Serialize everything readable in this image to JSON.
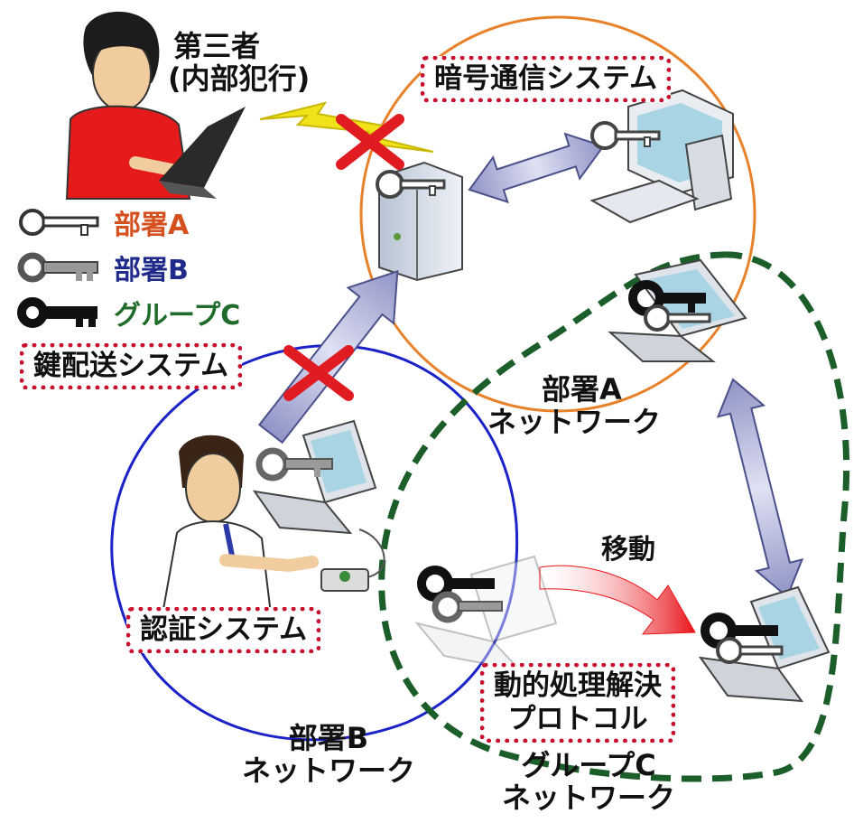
{
  "third_party": {
    "line1": "第三者",
    "line2": "(内部犯行)"
  },
  "systems": {
    "crypto": "暗号通信システム",
    "key_delivery": "鍵配送システム",
    "auth": "認証システム",
    "protocol_line1": "動的処理解決",
    "protocol_line2": "プロトコル"
  },
  "legend": [
    {
      "key_icon": "white-key-icon",
      "label": "部署A",
      "color": "#d4501e"
    },
    {
      "key_icon": "gray-key-icon",
      "label": "部署B",
      "color": "#1f2a8a"
    },
    {
      "key_icon": "black-key-icon",
      "label": "グループC",
      "color": "#1e6b2a"
    }
  ],
  "networks": {
    "a": {
      "line1": "部署A",
      "line2": "ネットワーク",
      "color": "#e8822a"
    },
    "b": {
      "line1": "部署B",
      "line2": "ネットワーク",
      "color": "#1a22c8"
    },
    "c": {
      "line1": "グループC",
      "line2": "ネットワーク",
      "color": "#1b5e2a"
    }
  },
  "move_label": "移動"
}
